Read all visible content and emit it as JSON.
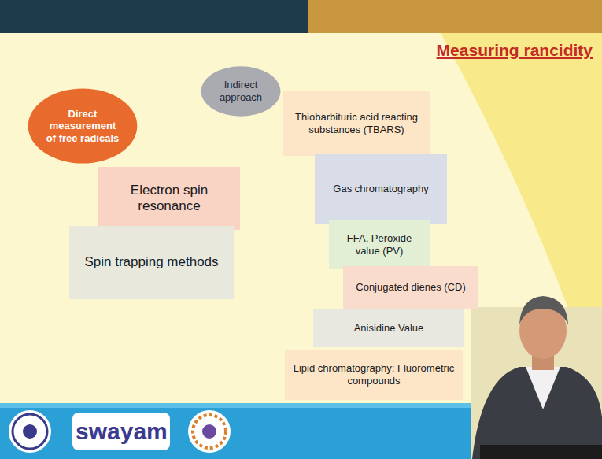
{
  "diagram": {
    "title": "Measuring rancidity",
    "nodes": [
      {
        "text": [
          "Direct measurement of free radicals"
        ]
      },
      {
        "text": [
          "Electron spin resonance"
        ]
      },
      {
        "text": [
          "Spin trapping methods"
        ]
      },
      {
        "text": [
          "Indirect approach"
        ]
      },
      {
        "text": [
          "Thiobarbituric acid reacting substances (TBARS)"
        ]
      },
      {
        "text": [
          "Gas chromatography"
        ]
      },
      {
        "text": [
          "FFA, Peroxide value (PV)"
        ]
      },
      {
        "text": [
          "Conjugated dienes (CD)"
        ]
      },
      {
        "text": [
          "Anisidine Value"
        ]
      },
      {
        "text": [
          "Lipid chromatography: Fluorometric compounds"
        ]
      }
    ],
    "labels": [
      "swayam"
    ]
  }
}
